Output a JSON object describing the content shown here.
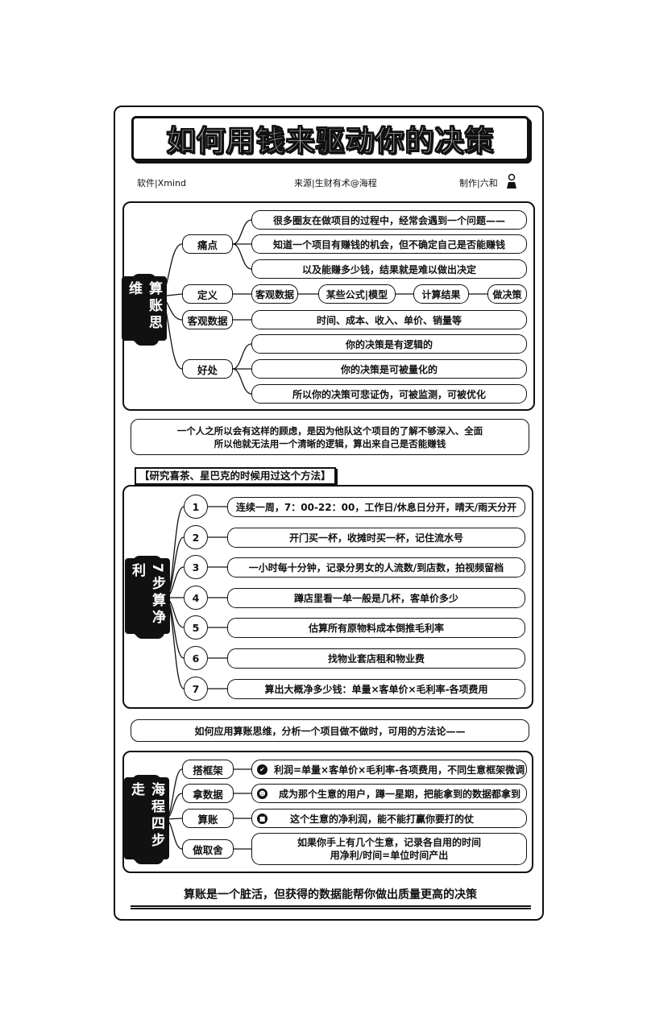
{
  "title": "如何用钱来驱动你的决策",
  "meta": {
    "software": "软件|Xmind",
    "source": "来源|生财有术@海程",
    "maker": "制作|六和"
  },
  "section1": {
    "vertical_title": "算账思维",
    "branches": [
      {
        "label": "痛点",
        "items": [
          "很多圈友在做项目的过程中，经常会遇到一个问题——",
          "知道一个项目有赚钱的机会，但不确定自己是否能赚钱",
          "以及能赚多少钱，结果就是难以做出决定"
        ]
      },
      {
        "label": "定义",
        "chain": [
          "客观数据",
          "某些公式|模型",
          "计算结果",
          "做决策"
        ]
      },
      {
        "label": "客观数据",
        "items": [
          "时间、成本、收入、单价、销量等"
        ]
      },
      {
        "label": "好处",
        "items": [
          "你的决策是有逻辑的",
          "你的决策是可被量化的",
          "所以你的决策可悲证伪，可被监测，可被优化"
        ]
      }
    ]
  },
  "note1": {
    "line1": "一个人之所以会有这样的顾虑，是因为他队这个项目的了解不够深入、全面",
    "line2": "所以他就无法用一个清晰的逻辑，算出来自己是否能赚钱"
  },
  "tag": "【研究喜茶、星巴克的时候用过这个方法】",
  "section2": {
    "vertical_title": "7步算净利",
    "steps": [
      {
        "num": "1",
        "text": "连续一周，7：00-22：00，工作日/休息日分开，晴天/雨天分开"
      },
      {
        "num": "2",
        "text": "开门买一杯，收摊时买一杯，记住流水号"
      },
      {
        "num": "3",
        "text": "一小时每十分钟，记录分男女的人流数/到店数，拍视频留档"
      },
      {
        "num": "4",
        "text": "蹲店里看一单一般是几杯，客单价多少"
      },
      {
        "num": "5",
        "text": "估算所有原物料成本倒推毛利率"
      },
      {
        "num": "6",
        "text": "找物业套店租和物业费"
      },
      {
        "num": "7",
        "text": "算出大概净多少钱：单量×客单价×毛利率-各项费用"
      }
    ]
  },
  "note2": "如何应用算账思维，分析一个项目做不做时，可用的方法论——",
  "section3": {
    "vertical_title": "海程四步走",
    "rows": [
      {
        "label": "搭框架",
        "icon": "check-icon",
        "glyph": "✔",
        "text": "利润=单量×客单价×毛利率-各项费用，不同生意框架微调"
      },
      {
        "label": "拿数据",
        "icon": "user-icon",
        "glyph": "☻",
        "text": "成为那个生意的用户，蹲一星期，把能拿到的数据都拿到"
      },
      {
        "label": "算账",
        "icon": "calculator-icon",
        "glyph": "■",
        "text": "这个生意的净利润，能不能打赢你要打的仗"
      },
      {
        "label": "做取舍",
        "icon": "",
        "glyph": "",
        "text": "如果你手上有几个生意，记录各自用的时间",
        "text2": "用净利/时间=单位时间产出"
      }
    ]
  },
  "footer": "算账是一个脏活，但获得的数据能帮你做出质量更高的决策"
}
